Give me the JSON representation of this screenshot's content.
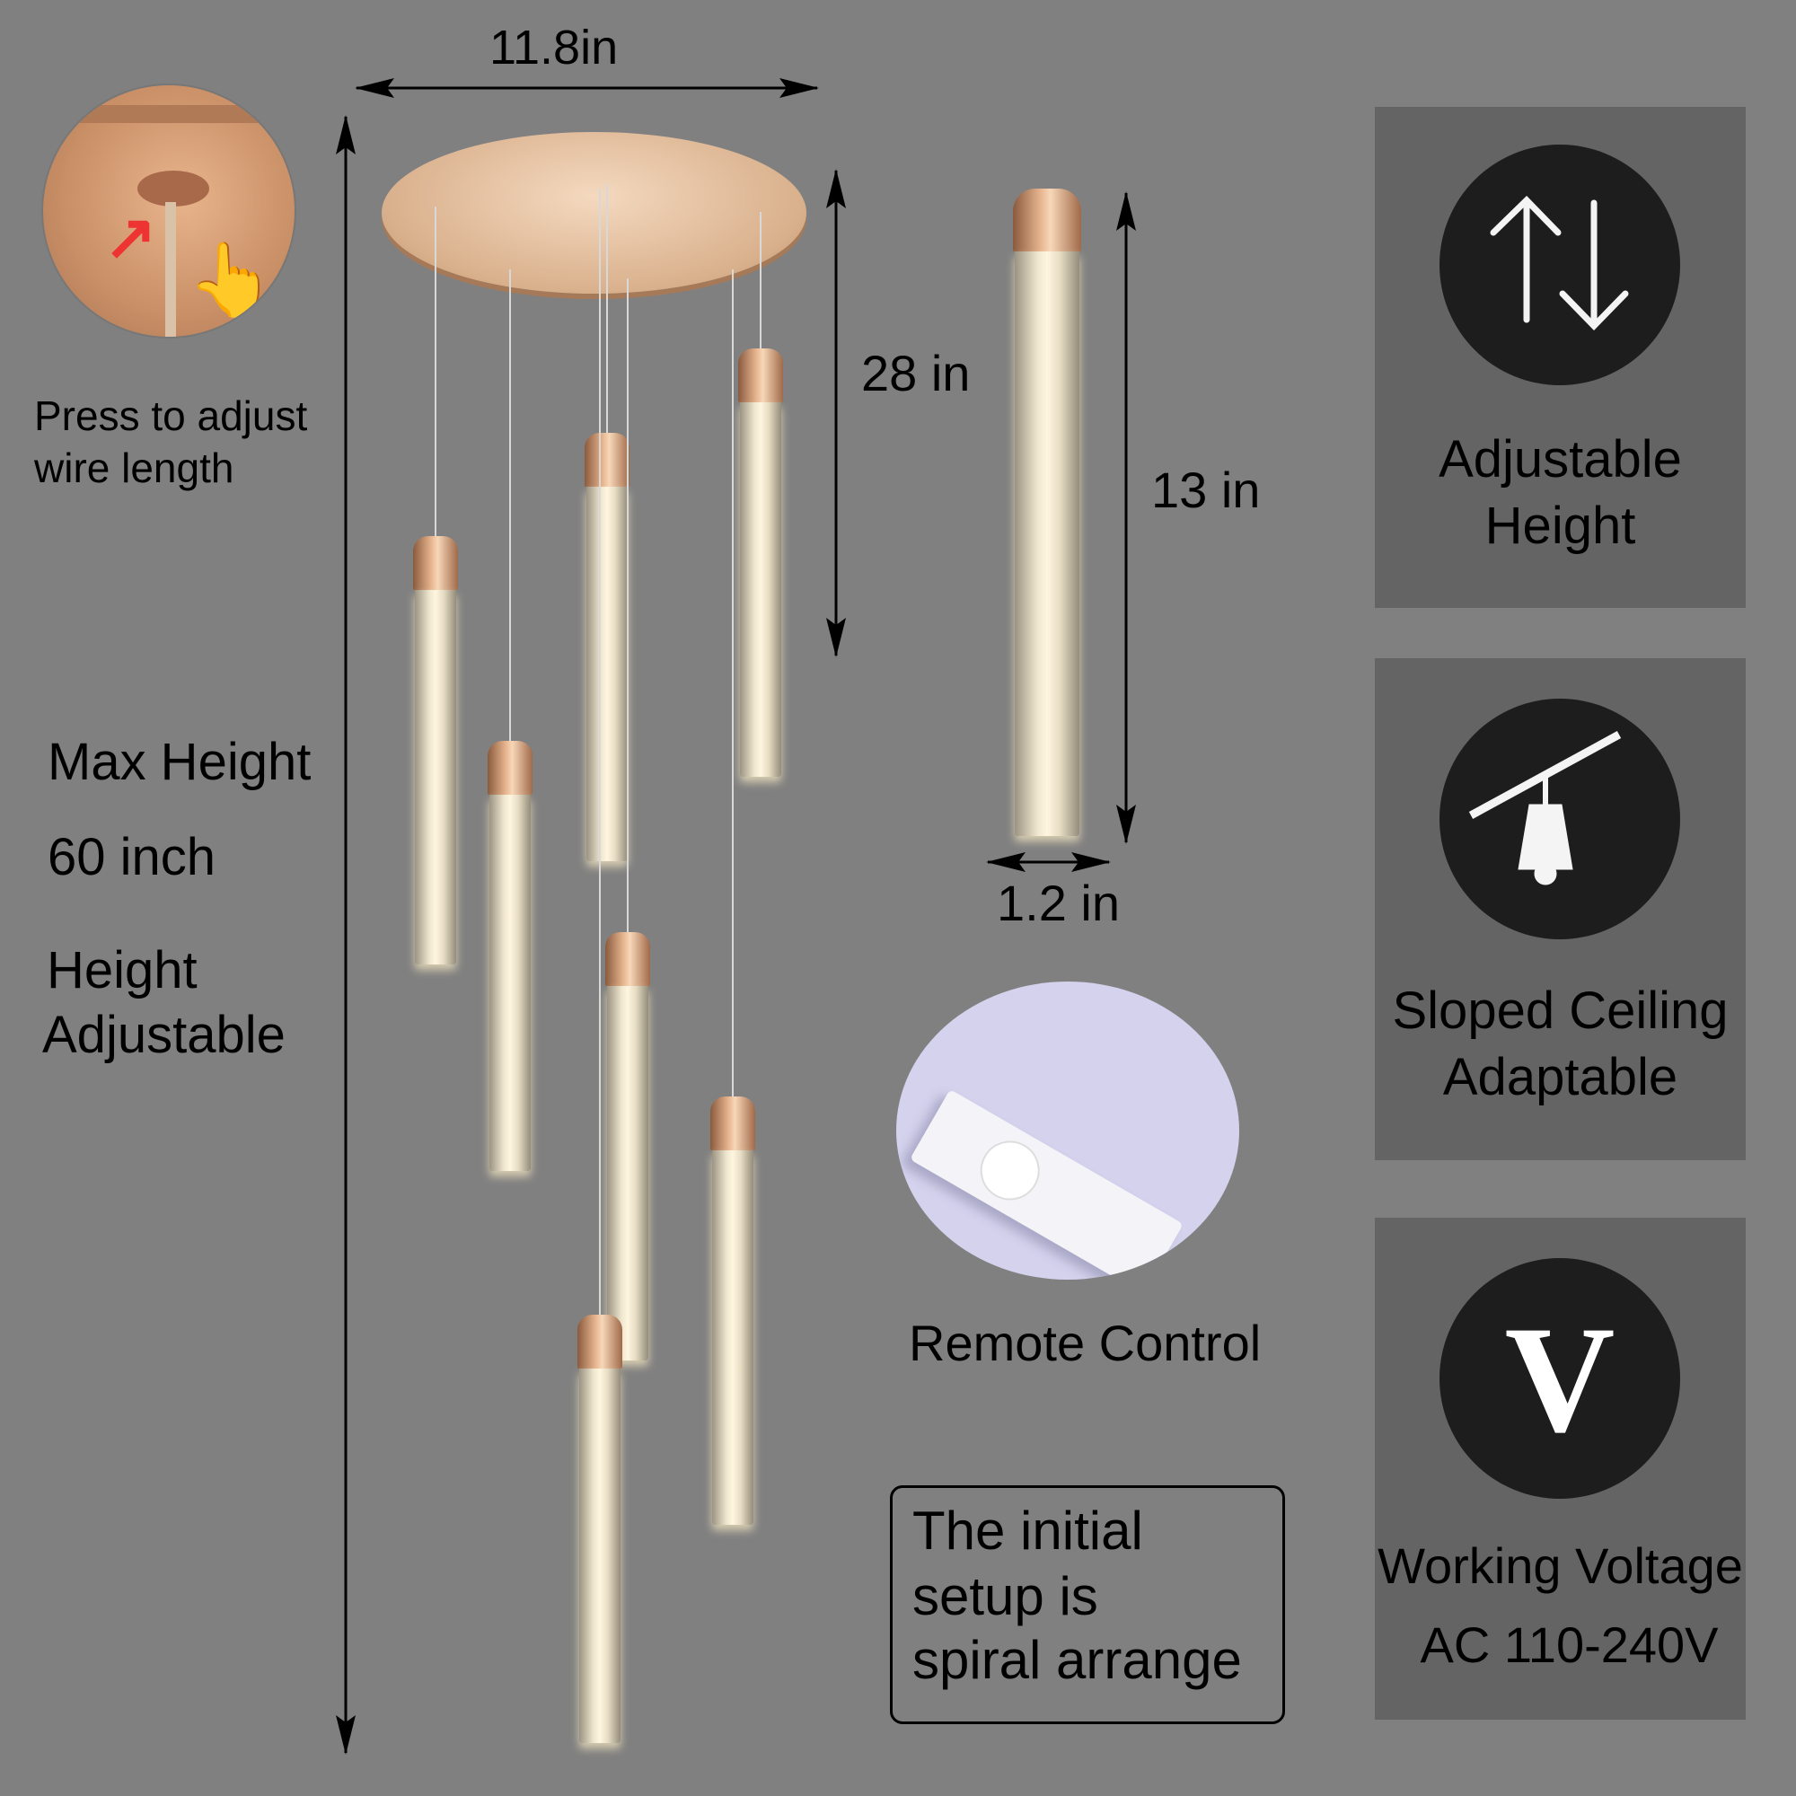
{
  "dimensions": {
    "width_label": "11.8in",
    "drop_label": "28 in",
    "tube_length_label": "13 in",
    "tube_diameter_label": "1.2 in"
  },
  "wire_adjust": {
    "caption_line1": "Press to adjust",
    "caption_line2": "wire length"
  },
  "max_height": {
    "line1": "Max Height",
    "line2": "60 inch",
    "line3": "Height",
    "line4": "Adjustable"
  },
  "remote": {
    "label": "Remote Control"
  },
  "note_box": {
    "line1": "The initial",
    "line2": "setup is",
    "line3": "spiral arrange"
  },
  "features": [
    {
      "icon": "up-down-arrows-icon",
      "line1": "Adjustable",
      "line2": "Height"
    },
    {
      "icon": "sloped-ceiling-lamp-icon",
      "line1": "Sloped Ceiling",
      "line2": "Adaptable"
    },
    {
      "icon": "voltage-v-icon",
      "line1": "Working Voltage",
      "line2": "AC 110-240V",
      "glyph": "V"
    }
  ],
  "colors": {
    "background": "#808080",
    "panel": "#646464",
    "icon_circle": "#1d1d1d",
    "gold": "#c8946a",
    "remote_bg": "#d4d2ec"
  }
}
